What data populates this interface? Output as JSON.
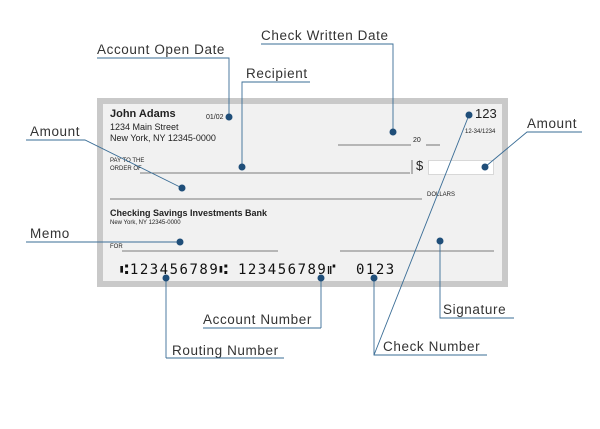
{
  "callouts": {
    "account_open_date": "Account Open Date",
    "check_written_date": "Check Written Date",
    "recipient": "Recipient",
    "amount_left": "Amount",
    "amount_right": "Amount",
    "memo": "Memo",
    "account_number": "Account Number",
    "signature": "Signature",
    "routing_number": "Routing Number",
    "check_number": "Check Number"
  },
  "check": {
    "holder_name": "John Adams",
    "holder_street": "1234 Main Street",
    "holder_city": "New York, NY 12345-0000",
    "open_date": "01/02",
    "check_number": "123",
    "routing_fraction": "12-34/1234",
    "year_prefix": "20",
    "pay_to_line1": "PAY TO THE",
    "pay_to_line2": "ORDER OF",
    "dollar_sign": "$",
    "dollars_label": "DOLLARS",
    "bank_name": "Checking Savings Investments Bank",
    "bank_city": "New York, NY 12345-0000",
    "for_label": "FOR",
    "micr_routing": "⑆123456789⑆",
    "micr_account": "123456789⑈",
    "micr_check": "0123"
  },
  "colors": {
    "marker": "#1f4e79",
    "leader": "#2f6b9a",
    "frame": "#c9c9c9",
    "check_bg": "#f1f1f1"
  }
}
